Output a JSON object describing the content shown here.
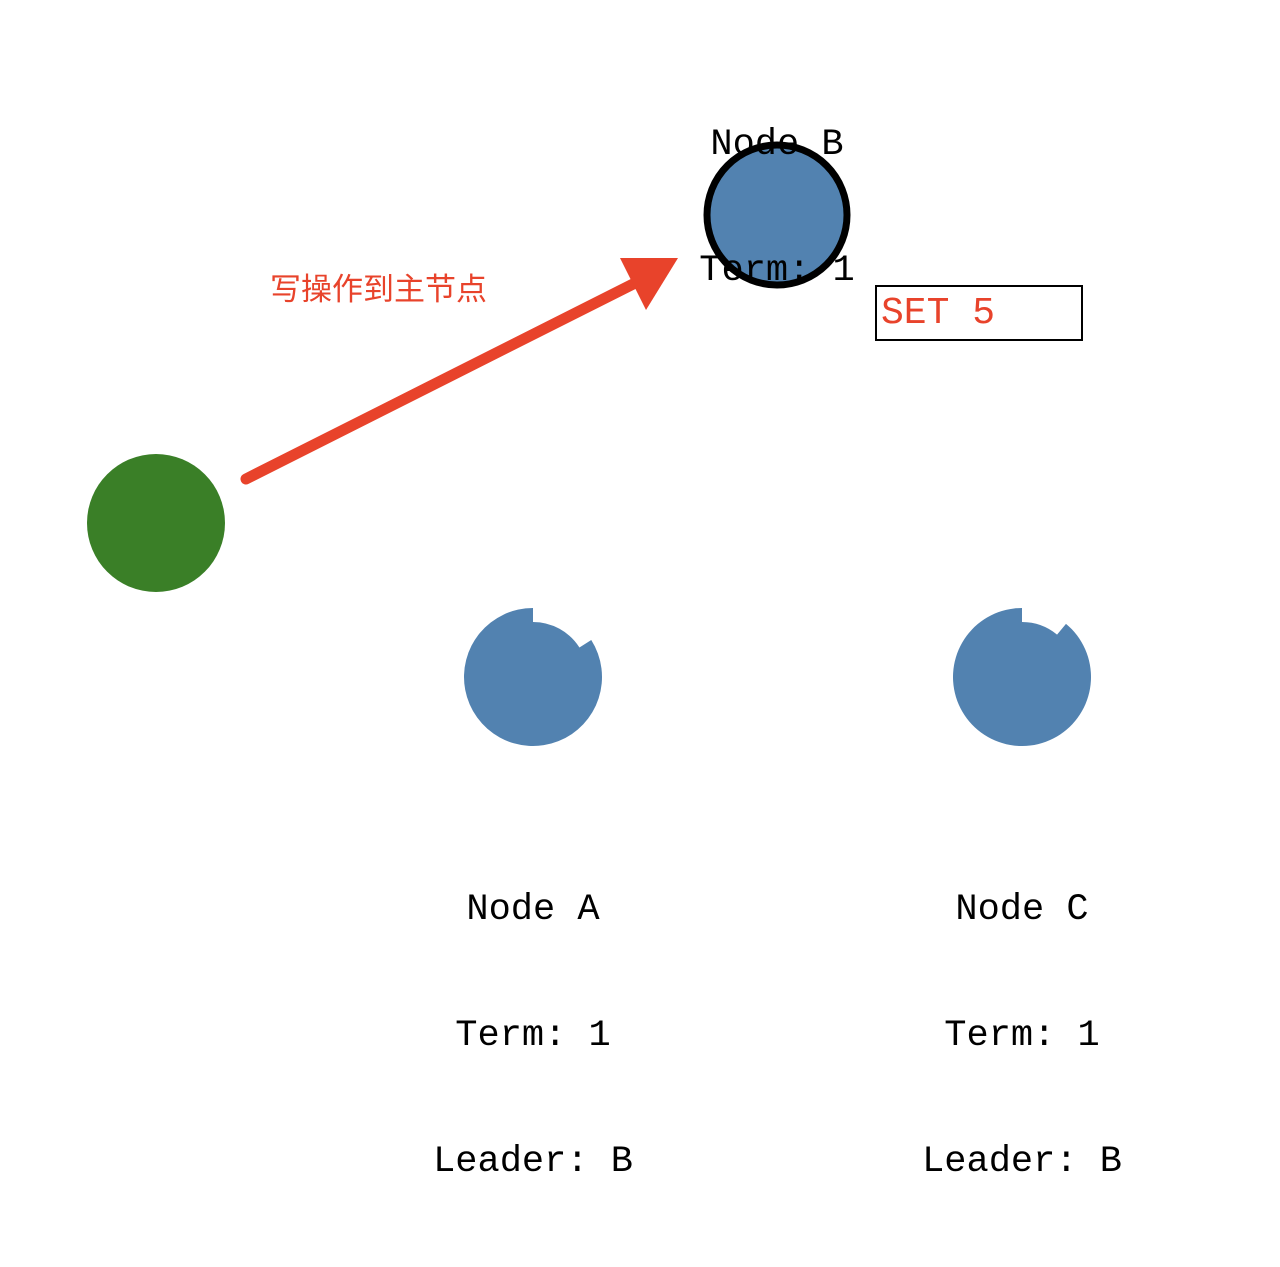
{
  "colors": {
    "node_fill": "#5282b0",
    "leader_stroke": "#000000",
    "client_fill": "#3a7f27",
    "arrow": "#e8432b",
    "command_text": "#e8432b"
  },
  "nodes": [
    {
      "id": "B",
      "name": "Node B",
      "term": "Term: 1",
      "leader": null,
      "role": "leader",
      "timeout_remaining": 1.0
    },
    {
      "id": "A",
      "name": "Node A",
      "term": "Term: 1",
      "leader": "Leader: B",
      "role": "follower",
      "timeout_remaining": 0.84
    },
    {
      "id": "C",
      "name": "Node C",
      "term": "Term: 1",
      "leader": "Leader: B",
      "role": "follower",
      "timeout_remaining": 0.89
    }
  ],
  "client": {
    "role": "client"
  },
  "arrow": {
    "from": "client",
    "to": "B",
    "label": "写操作到主节点"
  },
  "command": {
    "text": "SET 5"
  }
}
